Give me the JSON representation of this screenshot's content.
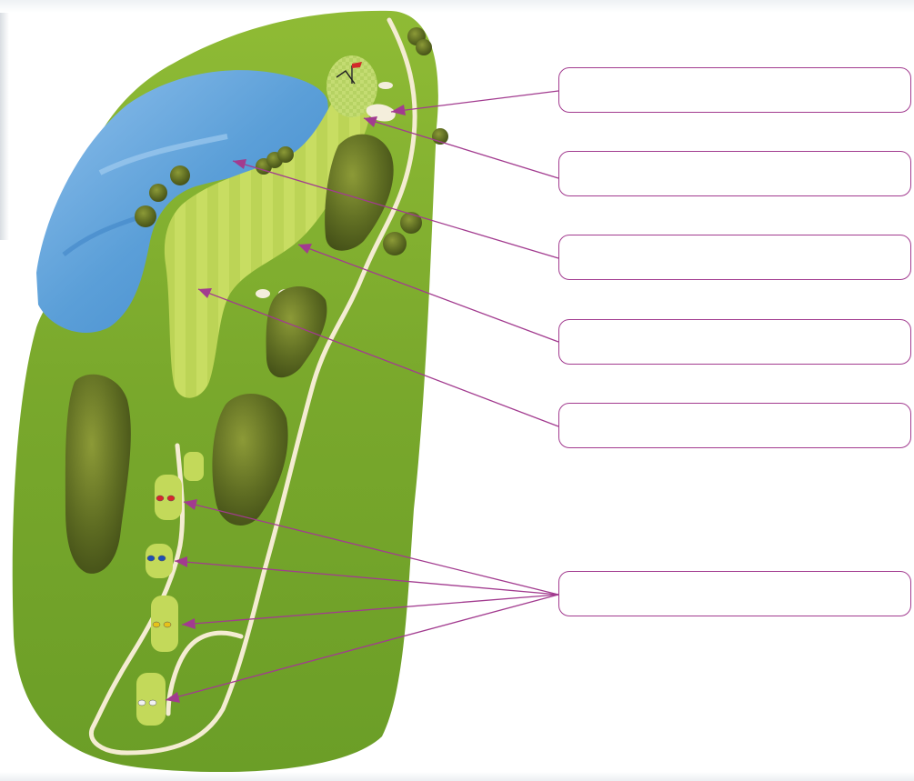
{
  "diagram": {
    "labels": [
      {
        "id": "bunker",
        "text": ""
      },
      {
        "id": "green",
        "text": ""
      },
      {
        "id": "water-hazard",
        "text": ""
      },
      {
        "id": "rough",
        "text": ""
      },
      {
        "id": "fairway",
        "text": ""
      },
      {
        "id": "tee-boxes",
        "text": ""
      }
    ],
    "tee_marker_colors": [
      "#d8262c",
      "#1f4fb5",
      "#e6c21a",
      "#f2f2f2"
    ],
    "colors": {
      "leader": "#a23b8f",
      "rough": "#7fae2e",
      "fairway": "#c3d95a",
      "water": "#5b9fd8",
      "trees": "#5d6b1f",
      "sand": "#f3ecd8",
      "path": "#f4ecd2"
    }
  }
}
